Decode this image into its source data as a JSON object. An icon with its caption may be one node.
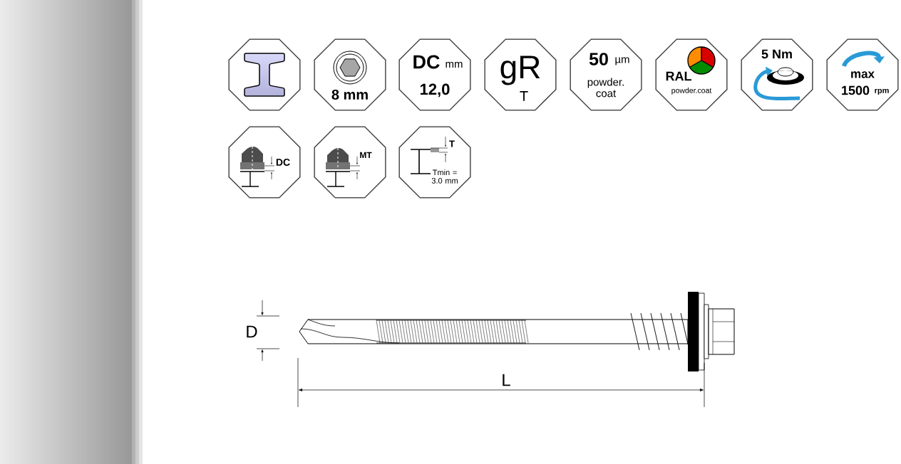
{
  "diagram": {
    "nodes": [
      {
        "text": [],
        "shape": "octagon"
      },
      {
        "text": [
          "8 mm"
        ]
      },
      {
        "text": [
          "DC",
          "mm",
          "12,0"
        ]
      },
      {
        "text": [
          "gR",
          "T"
        ]
      },
      {
        "text": [
          "50",
          "µm",
          "powder. coat"
        ]
      },
      {
        "text": [
          "RAL",
          "powder.coat"
        ]
      },
      {
        "text": [
          "5 Nm"
        ]
      },
      {
        "text": [
          "max",
          "1500",
          "rpm"
        ]
      },
      {
        "text": [
          "DC"
        ]
      },
      {
        "text": [
          "MT"
        ]
      },
      {
        "text": [
          "T",
          "Tmin = 3.0 mm"
        ]
      }
    ],
    "edges": [],
    "labels": [
      "D",
      "L"
    ]
  }
}
